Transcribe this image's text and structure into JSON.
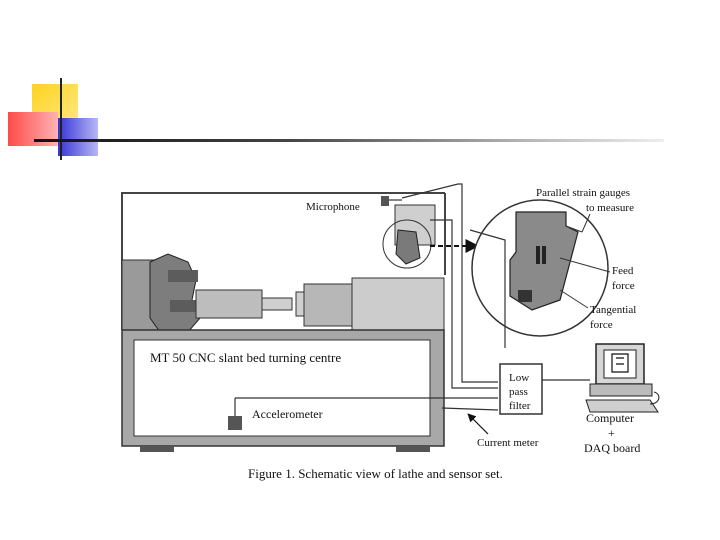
{
  "labels": {
    "microphone": "Microphone",
    "gauges_1": "Parallel strain gauges",
    "gauges_2": "to measure",
    "feed_1": "Feed",
    "feed_2": "force",
    "tangential_1": "Tangential",
    "tangential_2": "force",
    "machine": "MT 50 CNC slant bed turning centre",
    "accelerometer": "Accelerometer",
    "filter_1": "Low",
    "filter_2": "pass",
    "filter_3": "filter",
    "current_meter": "Current meter",
    "computer_1": "Computer",
    "computer_2": "+",
    "computer_3": "DAQ board"
  },
  "caption": "Figure 1. Schematic view of lathe and sensor set."
}
